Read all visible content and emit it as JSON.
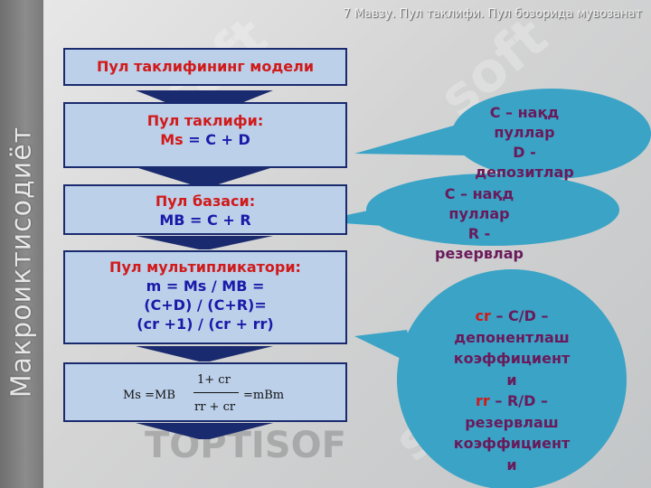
{
  "header": {
    "title": "7 Мавзу. Пул таклифи. Пул бозорида мувозанат"
  },
  "sidebar": {
    "label": "Макроиктисодиёт"
  },
  "watermarks": [
    "soft",
    "soft",
    "soft",
    "TOPTISOF"
  ],
  "flow": {
    "model_title": "Пул таклифининг модели",
    "supply": {
      "title": "Пул таклифи:",
      "ms": "Ms",
      "eq": " = C + D"
    },
    "base": {
      "title": "Пул базаси:",
      "eq": "MB = C + R"
    },
    "multiplier": {
      "title": "Пул мультипликатори:",
      "line1": "m =  Ms / MB =",
      "line2": "(C+D) / (C+R)=",
      "line3": "(cr +1) / (cr + rr)"
    },
    "formula": {
      "lhs": "Ms =MB",
      "num": "1+ cr",
      "den": "rr + cr",
      "rhs": "=mBm"
    }
  },
  "bubbles": {
    "b1": {
      "l1": "C – нақд",
      "l2": "пуллар",
      "l3": "D -",
      "l4": "депозитлар"
    },
    "b2": {
      "l1": "C – нақд",
      "l2": "пуллар",
      "l3": "R -",
      "l4": "резервлар"
    },
    "b3": {
      "cr": "cr",
      "l1": " – C/D –",
      "l2": "депонентлаш",
      "l3": "коэффициент",
      "l4": "и",
      "rr": "rr",
      "l5": " – R/D –",
      "l6": "резервлаш",
      "l7": "коэффициент",
      "l8": "и"
    }
  },
  "colors": {
    "box_fill": "#bcd0ea",
    "box_border": "#1a2a6e",
    "bubble": "#3aa3c6",
    "red": "#d11a1a",
    "blue": "#1a1aa8"
  }
}
